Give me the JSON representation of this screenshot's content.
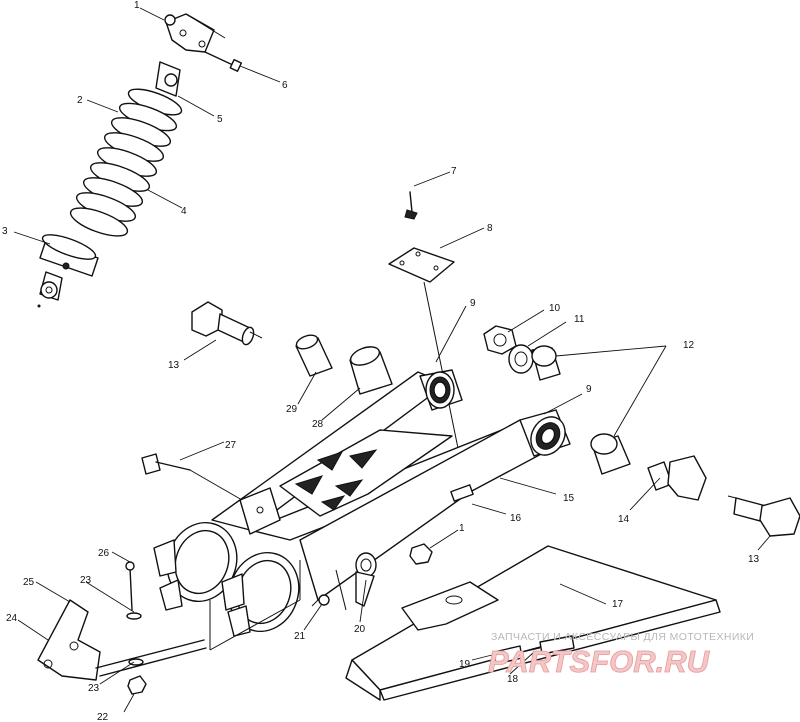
{
  "diagram": {
    "callouts": [
      "1",
      "6",
      "2",
      "5",
      "4",
      "3",
      "7",
      "8",
      "13",
      "29",
      "28",
      "9",
      "10",
      "11",
      "12",
      "9",
      "14",
      "27",
      "15",
      "16",
      "13",
      "26",
      "1",
      "25",
      "23",
      "24",
      "21",
      "20",
      "17",
      "23",
      "19",
      "18",
      "22"
    ]
  },
  "watermark": {
    "top_text": "ЗАПЧАСТИ И АКСЕССУАРЫ ДЛЯ МОТОТЕХНИКИ",
    "brand_text": "PARTSFOR.RU"
  }
}
